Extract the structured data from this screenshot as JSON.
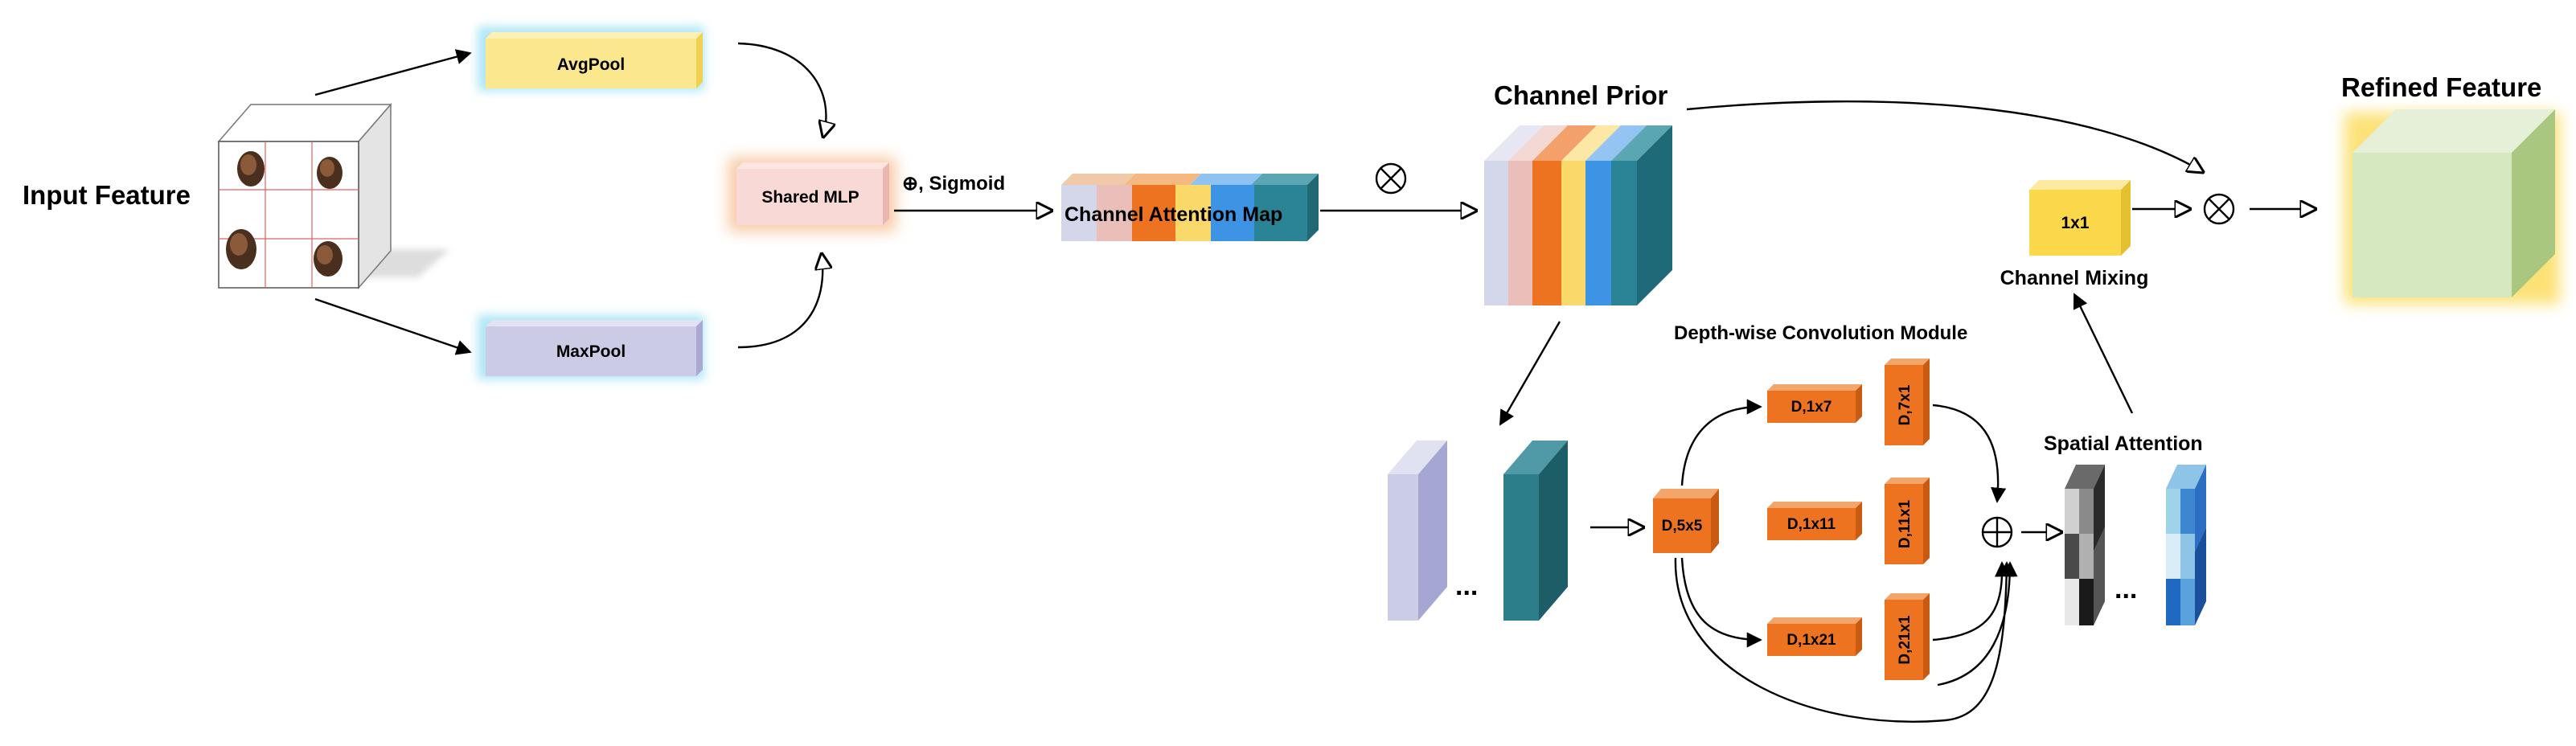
{
  "labels": {
    "input_feature": "Input Feature",
    "avgpool": "AvgPool",
    "maxpool": "MaxPool",
    "shared_mlp": "Shared MLP",
    "sigmoid": "⊕, Sigmoid",
    "channel_attention_map": "Channel Attention Map",
    "channel_prior": "Channel Prior",
    "refined_feature": "Refined Feature",
    "conv_1x1": "1x1",
    "channel_mixing": "Channel Mixing",
    "depthwise_module": "Depth-wise Convolution Module",
    "spatial_attention": "Spatial Attention",
    "d5x5": "D,5x5",
    "d1x7": "D,1x7",
    "d1x11": "D,1x11",
    "d1x21": "D,1x21",
    "d7x1": "D,7x1",
    "d11x1": "D,11x1",
    "d21x1": "D,21x1",
    "ellipsis": "...",
    "multiply": "⊗",
    "add": "⊕"
  },
  "colors": {
    "avgpool": "#fbe78e",
    "maxpool": "#cbcbe6",
    "shared_mlp": "#f9d9d5",
    "orange": "#ed7320",
    "teal": "#2d7f8c",
    "refined": "#d6e8c0",
    "mixing": "#fbd84a"
  },
  "channel_bands": [
    "#d4d7ea",
    "#ebbfb9",
    "#ed7320",
    "#fbd86a",
    "#3d94e4",
    "#2b8495"
  ]
}
